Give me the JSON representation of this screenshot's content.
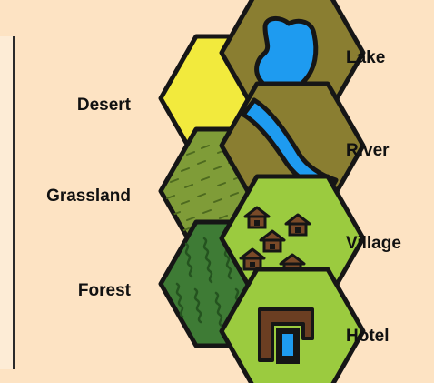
{
  "legend": {
    "tiles": [
      {
        "id": "lake",
        "label": "Lake",
        "fill": "#8a7e31"
      },
      {
        "id": "desert",
        "label": "Desert",
        "fill": "#f2ea3d"
      },
      {
        "id": "river",
        "label": "River",
        "fill": "#8a7e31"
      },
      {
        "id": "grassland",
        "label": "Grassland",
        "fill": "#7f9c38"
      },
      {
        "id": "village",
        "label": "Village",
        "fill": "#9bcb3f"
      },
      {
        "id": "forest",
        "label": "Forest",
        "fill": "#3e7b35"
      },
      {
        "id": "hotel",
        "label": "Hotel",
        "fill": "#9bcb3f"
      }
    ]
  },
  "colors": {
    "background": "#fde3c3",
    "water": "#1e9bf0",
    "outline": "#161616",
    "hut": "#7a4a28",
    "hotel_building": "#6b3e22"
  }
}
